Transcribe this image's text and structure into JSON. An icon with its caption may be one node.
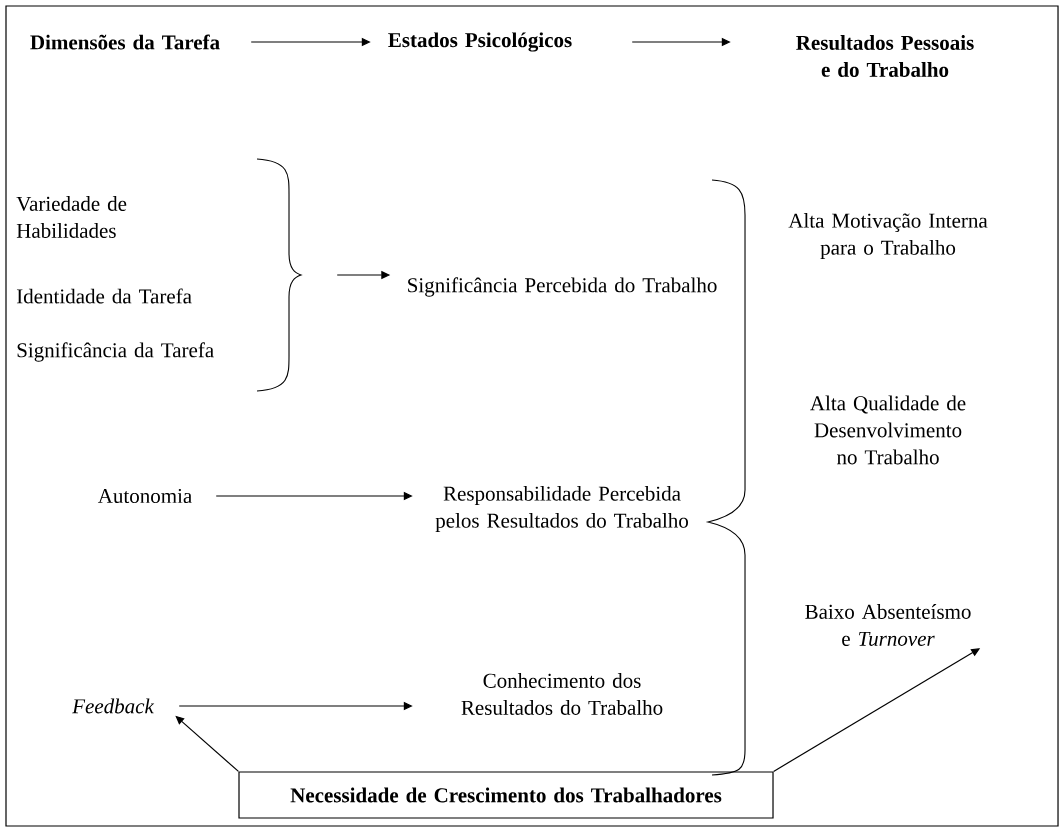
{
  "diagram": {
    "nodes": [
      {
        "text": [
          "Dimensões da Tarefa"
        ]
      },
      {
        "text": [
          "Estados Psicológicos"
        ]
      },
      {
        "text": [
          "Resultados Pessoais e do Trabalho"
        ]
      },
      {
        "text": [
          "Variedade de Habilidades"
        ]
      },
      {
        "text": [
          "Identidade da Tarefa"
        ]
      },
      {
        "text": [
          "Significância da Tarefa"
        ]
      },
      {
        "text": [
          "Significância Percebida do Trabalho"
        ]
      },
      {
        "text": [
          "Autonomia"
        ]
      },
      {
        "text": [
          "Responsabilidade Percebida pelos Resultados do Trabalho"
        ]
      },
      {
        "text": [
          "Feedback"
        ]
      },
      {
        "text": [
          "Conhecimento dos Resultados do Trabalho"
        ]
      },
      {
        "text": [
          "Alta Motivação Interna para o Trabalho"
        ]
      },
      {
        "text": [
          "Alta Qualidade de Desenvolvimento no Trabalho"
        ]
      },
      {
        "text": [
          "Baixo Absenteísmo e *Turnover*"
        ]
      },
      {
        "text": [
          "Necessidade de Crescimento dos Trabalhadores"
        ]
      },
      {
        "text": [],
        "shape": "bracket"
      }
    ],
    "edges": [
      {
        "from": 0,
        "to": 1,
        "arrow": "to"
      },
      {
        "from": 1,
        "to": 2,
        "arrow": "to"
      },
      {
        "from": 15,
        "to": 6,
        "arrow": "to"
      },
      {
        "from": 7,
        "to": 8,
        "arrow": "to"
      },
      {
        "from": 9,
        "to": 10,
        "arrow": "to"
      },
      {
        "from": 14,
        "to": 9,
        "arrow": "to"
      },
      {
        "from": 14,
        "to": 13,
        "arrow": "to"
      }
    ]
  }
}
